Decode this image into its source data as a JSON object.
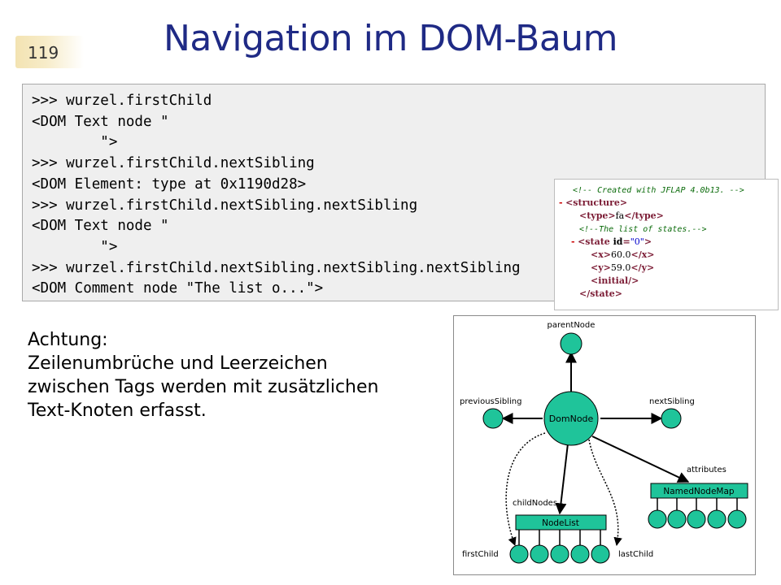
{
  "slide": {
    "page_number": "119",
    "title": "Navigation im DOM-Baum"
  },
  "code": {
    "lines": [
      ">>> wurzel.firstChild",
      "<DOM Text node \"",
      "        \">",
      ">>> wurzel.firstChild.nextSibling",
      "<DOM Element: type at 0x1190d28>",
      ">>> wurzel.firstChild.nextSibling.nextSibling",
      "<DOM Text node \"",
      "        \">",
      ">>> wurzel.firstChild.nextSibling.nextSibling.nextSibling",
      "<DOM Comment node \"The list o...\">"
    ]
  },
  "xml_snippet": {
    "comment1": "<!-- Created with JFLAP 4.0b13. -->",
    "structure_open": "<structure>",
    "type_open": "<type>",
    "type_text": "fa",
    "type_close": "</type>",
    "comment2": "<!--The list of states.-->",
    "state_open_start": "<state ",
    "state_attr_name": "id",
    "state_attr_eq": "=",
    "state_attr_value": "\"0\"",
    "state_open_end": ">",
    "x_open": "<x>",
    "x_text": "60.0",
    "x_close": "</x>",
    "y_open": "<y>",
    "y_text": "59.0",
    "y_close": "</y>",
    "initial": "<initial/>",
    "state_close": "</state>",
    "collapse_marker": "-"
  },
  "note": {
    "heading": "Achtung:",
    "lines": [
      "Zeilenumbrüche und Leerzeichen",
      "zwischen Tags werden mit zusätzlichen",
      "Text-Knoten erfasst."
    ]
  },
  "diagram": {
    "colors": {
      "node_fill": "#1fc49a",
      "stroke": "#000000"
    },
    "labels": {
      "parent": "parentNode",
      "previous": "previousSibling",
      "next": "nextSibling",
      "center": "DomNode",
      "attributes": "attributes",
      "named_node_map": "NamedNodeMap",
      "child_nodes": "childNodes",
      "node_list": "NodeList",
      "first_child": "firstChild",
      "last_child": "lastChild"
    }
  }
}
